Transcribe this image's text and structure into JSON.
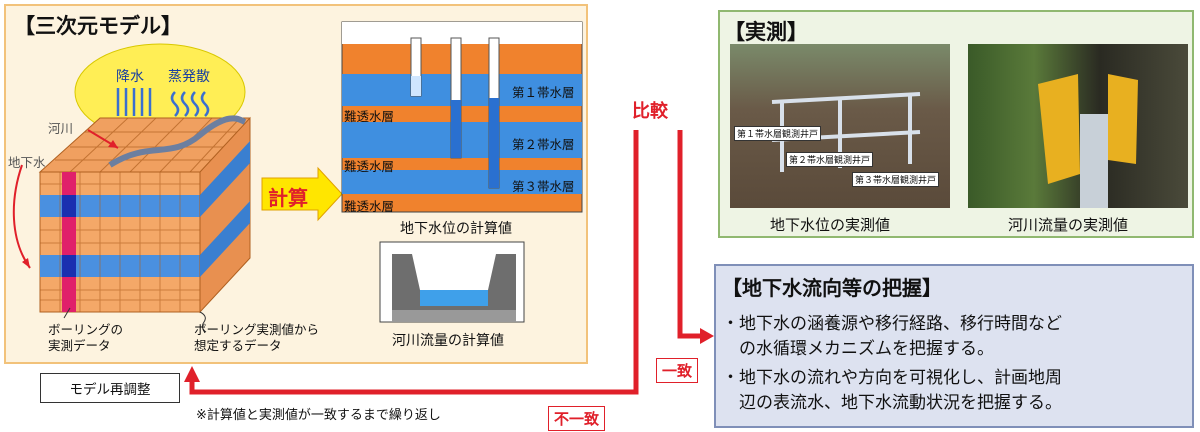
{
  "model": {
    "title": "【三次元モデル】",
    "rain": "降水",
    "evap": "蒸発散",
    "river": "河川",
    "groundwater": "地下水",
    "boring": "ボーリングの\n実測データ",
    "assumed": "ボーリング実測値から\n想定するデータ",
    "calc_arrow": "計算",
    "layers": {
      "aq1": "第１帯水層",
      "aq2": "第２帯水層",
      "aq3": "第３帯水層",
      "aquitard": "難透水層"
    },
    "gw_calc_caption": "地下水位の計算値",
    "river_calc_caption": "河川流量の計算値"
  },
  "compare": "比較",
  "actual": {
    "title": "【実測】",
    "wells": [
      "第１帯水層観測井戸",
      "第２帯水層観測井戸",
      "第３帯水層観測井戸"
    ],
    "gw_caption": "地下水位の実測値",
    "river_caption": "河川流量の実測値"
  },
  "grasp": {
    "title": "【地下水流向等の把握】",
    "bullets": [
      "・地下水の涵養源や移行経路、移行時間などの水循環メカニズムを把握する。",
      "・地下水の流れや方向を可視化し、計画地周辺の表流水、地下水流動状況を把握する。"
    ],
    "bullet_lines": [
      [
        "・地下水の涵養源や移行経路、移行時間など",
        "　の水循環メカニズムを把握する。"
      ],
      [
        "・地下水の流れや方向を可視化し、計画地周",
        "　辺の表流水、地下水流動状況を把握する。"
      ]
    ]
  },
  "match": "一致",
  "mismatch": "不一致",
  "readjust": "モデル再調整",
  "repeat_note": "※計算値と実測値が一致するまで繰り返し",
  "colors": {
    "red": "#e0202a",
    "yellow": "#ffe600",
    "orange": "#f0822d",
    "blue": "#3f8fe0"
  }
}
